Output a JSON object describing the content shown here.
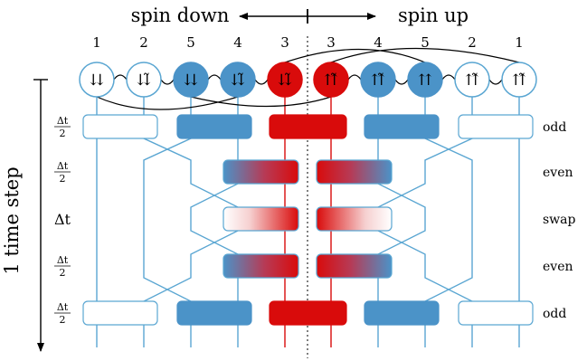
{
  "header": {
    "left_label": "spin down",
    "right_label": "spin up"
  },
  "colors": {
    "blue": "#4b93c8",
    "red": "#d90b0b",
    "line_blue": "#5aa6d2",
    "white": "#ffffff",
    "black": "#000000"
  },
  "sites": [
    {
      "index": "1",
      "symbol": "⇊",
      "fill": "white"
    },
    {
      "index": "2",
      "symbol": "⇊̃",
      "fill": "white"
    },
    {
      "index": "5",
      "symbol": "⇊",
      "fill": "blue"
    },
    {
      "index": "4",
      "symbol": "⇊̃",
      "fill": "blue"
    },
    {
      "index": "3",
      "symbol": "⇊̃",
      "fill": "red"
    },
    {
      "index": "3",
      "symbol": "⇈̃",
      "fill": "red"
    },
    {
      "index": "4",
      "symbol": "⇈̃",
      "fill": "blue"
    },
    {
      "index": "5",
      "symbol": "⇈",
      "fill": "blue"
    },
    {
      "index": "2",
      "symbol": "⇈̃",
      "fill": "white"
    },
    {
      "index": "1",
      "symbol": "⇈̃",
      "fill": "white"
    }
  ],
  "rows": [
    {
      "step": "Δt/2",
      "kind": "odd"
    },
    {
      "step": "Δt/2",
      "kind": "even"
    },
    {
      "step": "Δt",
      "kind": "swap"
    },
    {
      "step": "Δt/2",
      "kind": "even"
    },
    {
      "step": "Δt/2",
      "kind": "odd"
    }
  ],
  "step_fraction": {
    "numerator": "Δt",
    "denominator": "2",
    "full": "Δt"
  },
  "side_label": "1 time step"
}
